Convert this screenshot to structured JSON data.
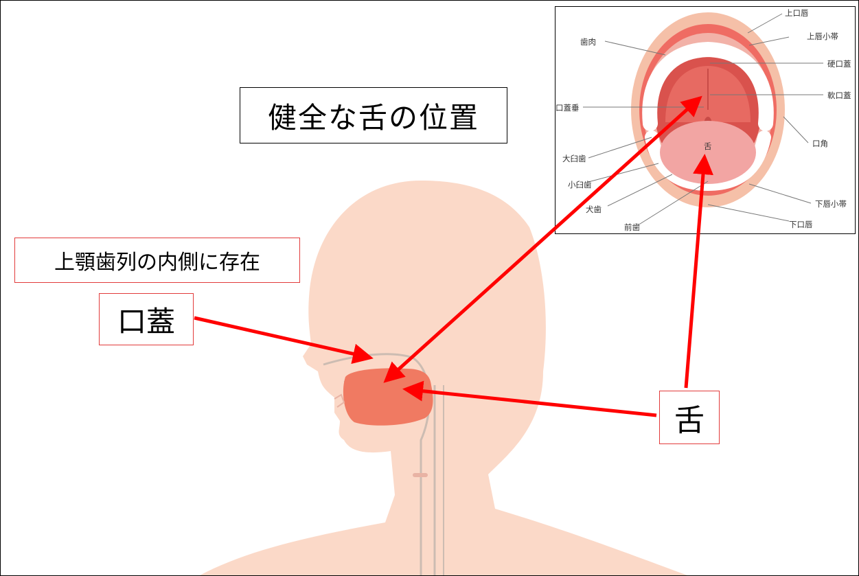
{
  "title": "健全な舌の位置",
  "note": "上顎歯列の内側に存在",
  "palate_label": "口蓋",
  "tongue_label": "舌",
  "mouth_labels": {
    "upper_lip": "上口唇",
    "upper_frenum": "上唇小帯",
    "gum": "歯肉",
    "hard_palate": "硬口蓋",
    "soft_palate": "軟口蓋",
    "uvula": "口蓋垂",
    "mouth_corner": "口角",
    "tongue": "舌",
    "molars": "大臼歯",
    "premolars": "小臼歯",
    "canine": "犬歯",
    "lower_frenum": "下唇小帯",
    "incisors": "前歯",
    "lower_lip": "下口唇"
  },
  "colors": {
    "arrow": "#ff0000",
    "skin": "#fbd9c8",
    "tongue_fill": "#f07a62",
    "box_border_red": "#e23a3a"
  }
}
